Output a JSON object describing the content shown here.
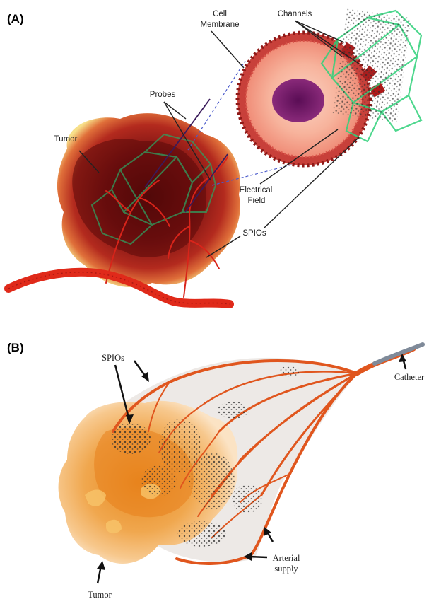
{
  "panel_a": {
    "label": "(A)",
    "cell_membrane": [
      "Cell",
      "Membrane"
    ],
    "channels": "Channels",
    "probes": "Probes",
    "tumor": "Tumor",
    "electrical_field": [
      "Electrical",
      "Field"
    ],
    "spios": "SPIOs"
  },
  "panel_b": {
    "label": "(B)",
    "spios": "SPIOs",
    "catheter": "Catheter",
    "arterial_supply": [
      "Arterial",
      "supply"
    ],
    "tumor": "Tumor"
  },
  "colors": {
    "tumor_dark": "#6e0f0f",
    "tumor_mid": "#b02020",
    "vessel_red": "#e02a1a",
    "membrane": "#c8403a",
    "nucleus": "#7a1a6a",
    "field_green": "#2fd17a",
    "vessel_orange": "#e0561e",
    "tumor_orange": "#f2a04a"
  }
}
